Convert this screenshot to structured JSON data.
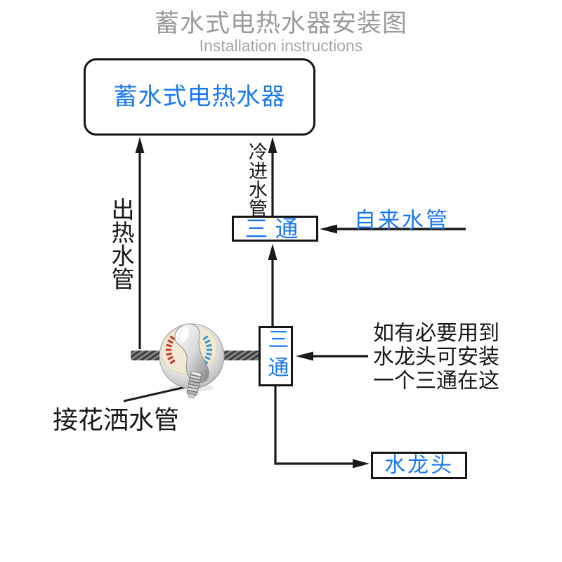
{
  "header": {
    "title": "蓄水式电热水器安装图",
    "subtitle": "Installation instructions"
  },
  "diagram": {
    "heater_box": "蓄水式电热水器",
    "tee_box_1": "三通",
    "tee_box_2": "三通",
    "faucet_box": "水龙头",
    "hot_out_label": "出热水管",
    "cold_in_label": "冷进水管",
    "tap_water_label": "自来水管",
    "shower_hose_label": "接花洒水管",
    "note": {
      "line1": "如有必要用到",
      "line2": "水龙头可安装",
      "line3": "一个三通在这"
    }
  },
  "icons": {
    "mixer_valve": "shower-mixer-valve-photo"
  },
  "colors": {
    "accent_blue": "#1b78f0",
    "title_gray": "#9b9b9b",
    "line_black": "#1a1a1a",
    "hot_red": "#c4372c",
    "cold_blue": "#3a96c8",
    "faceplate_cream": "#f0e8d3"
  }
}
